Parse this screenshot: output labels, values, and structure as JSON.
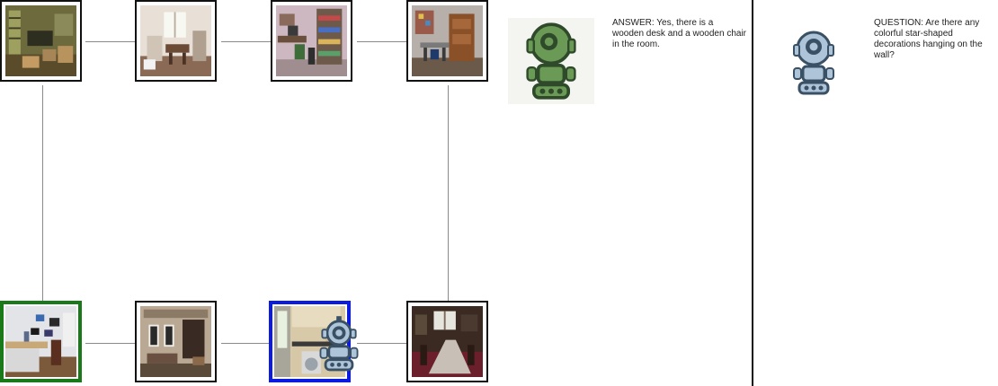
{
  "colors": {
    "start_node_border": "#1a7a1a",
    "current_node_border": "#0b1be0",
    "edge": "#8a8a8a",
    "answer_robot": "#6a9a55",
    "question_robot": "#aec4d8"
  },
  "graph": {
    "nodes": [
      {
        "id": "n-top-1",
        "scene": "storage room with shelves and boxes",
        "state": "normal"
      },
      {
        "id": "n-top-2",
        "scene": "living room with window and table",
        "state": "normal"
      },
      {
        "id": "n-top-3",
        "scene": "study with desk and bookshelf",
        "state": "normal"
      },
      {
        "id": "n-top-4",
        "scene": "office with wooden desk and chair",
        "state": "normal"
      },
      {
        "id": "n-bot-1",
        "scene": "office with desk and wall art",
        "state": "start"
      },
      {
        "id": "n-bot-2",
        "scene": "room with framed pictures",
        "state": "normal"
      },
      {
        "id": "n-bot-3",
        "scene": "kitchen with washing machine",
        "state": "current"
      },
      {
        "id": "n-bot-4",
        "scene": "dining room with long table",
        "state": "normal"
      }
    ]
  },
  "answer_panel": {
    "icon": "green-robot-icon",
    "text": "ANSWER: Yes, there is a wooden desk and a wooden chair in the room."
  },
  "question_panel": {
    "icon": "blue-robot-icon",
    "text": "QUESTION: Are there any colorful star-shaped decorations hanging on the wall?"
  }
}
